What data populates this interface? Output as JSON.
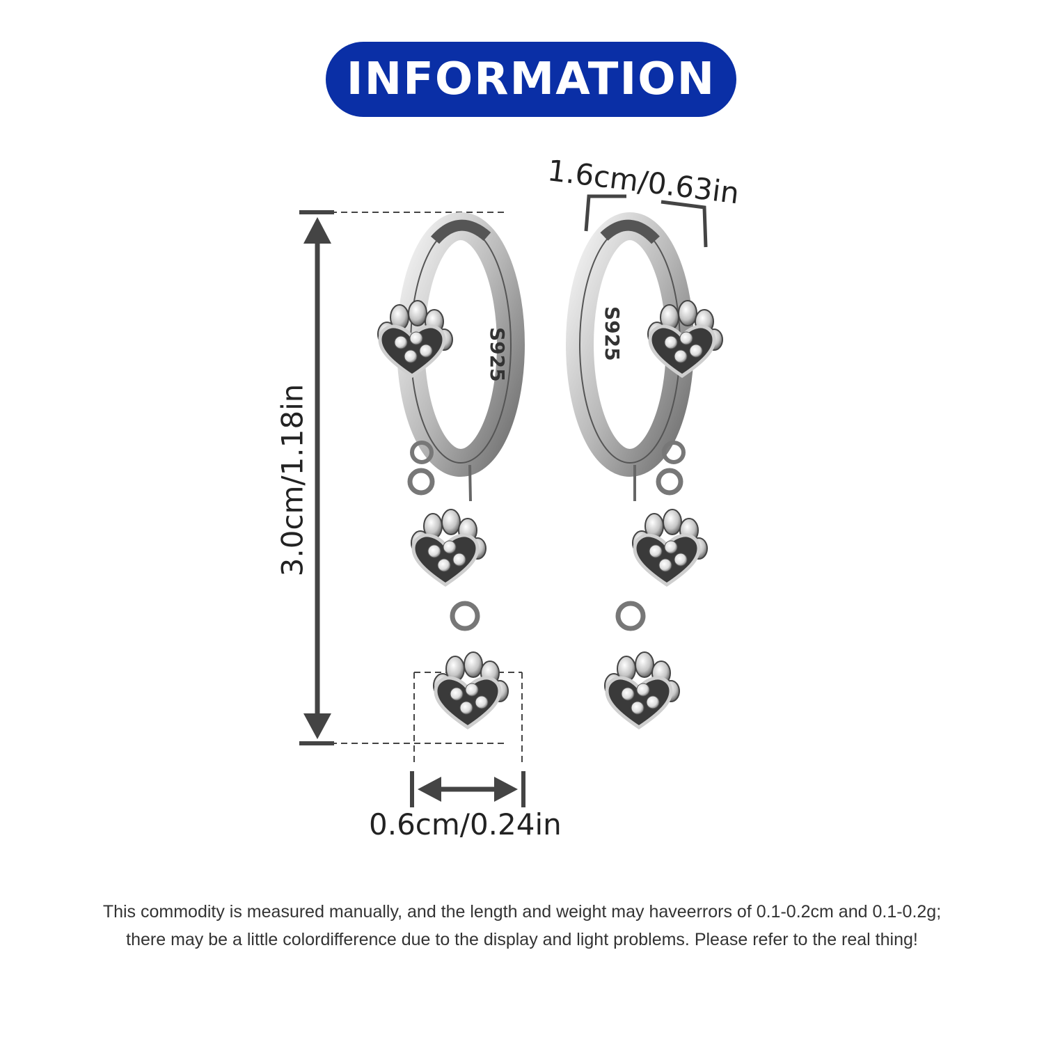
{
  "header": {
    "title": "INFORMATION",
    "color": "#0a2fa6"
  },
  "dimensions": {
    "hoop_width": "1.6cm/0.63in",
    "total_length": "3.0cm/1.18in",
    "charm_width": "0.6cm/0.24in"
  },
  "engraving": "S925",
  "disclaimer": {
    "line1": "This commodity is measured manually, and the length and weight may haveerrors of 0.1-0.2cm and 0.1-0.2g;",
    "line2": "there may be a little colordifference due to the display and light problems. Please refer to the real thing!"
  },
  "icons": [
    "earring-left-image",
    "earring-right-image",
    "length-arrow-icon",
    "width-arrow-icon"
  ]
}
